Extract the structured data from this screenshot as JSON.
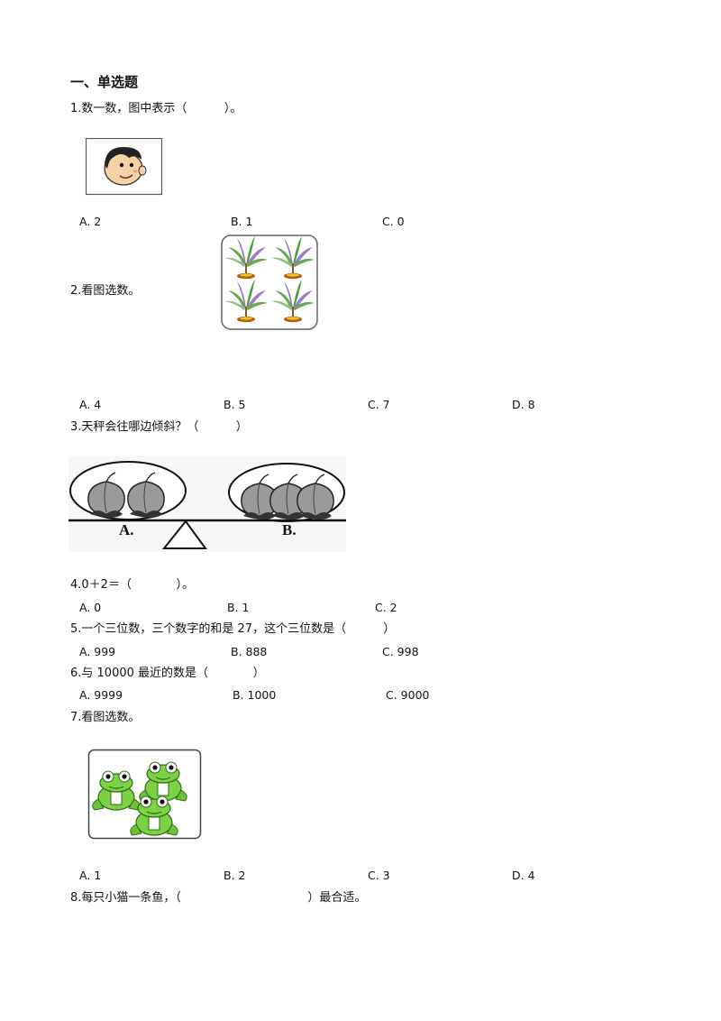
{
  "section_title": "一、单选题",
  "questions": [
    {
      "text": "1.数一数，图中表示（          ）。",
      "options": [
        "A. 2",
        "B. 1",
        "C. 0"
      ]
    },
    {
      "text": "2.看图选数。",
      "options": [
        "A. 4",
        "B. 5",
        "C. 7",
        "D. 8"
      ]
    },
    {
      "text": "3.天秤会往哪边倾斜？（          ）",
      "scale_labels": [
        "A.",
        "B."
      ]
    },
    {
      "text": "4.0＋2＝（            ）。",
      "options": [
        "A. 0",
        "B. 1",
        "C. 2"
      ]
    },
    {
      "text": "5.一个三位数，三个数字的和是 27，这个三位数是（          ）",
      "options": [
        "A. 999",
        "B. 888",
        "C. 998"
      ]
    },
    {
      "text": "6.与 10000 最近的数是（            ）",
      "options": [
        "A. 9999",
        "B. 1000",
        "C. 9000"
      ]
    },
    {
      "text": "7.看图选数。",
      "options": [
        "A. 1",
        "B. 2",
        "C. 3",
        "D. 4"
      ]
    },
    {
      "text": "8.每只小猫一条鱼，（                                  ）最合适。"
    }
  ]
}
